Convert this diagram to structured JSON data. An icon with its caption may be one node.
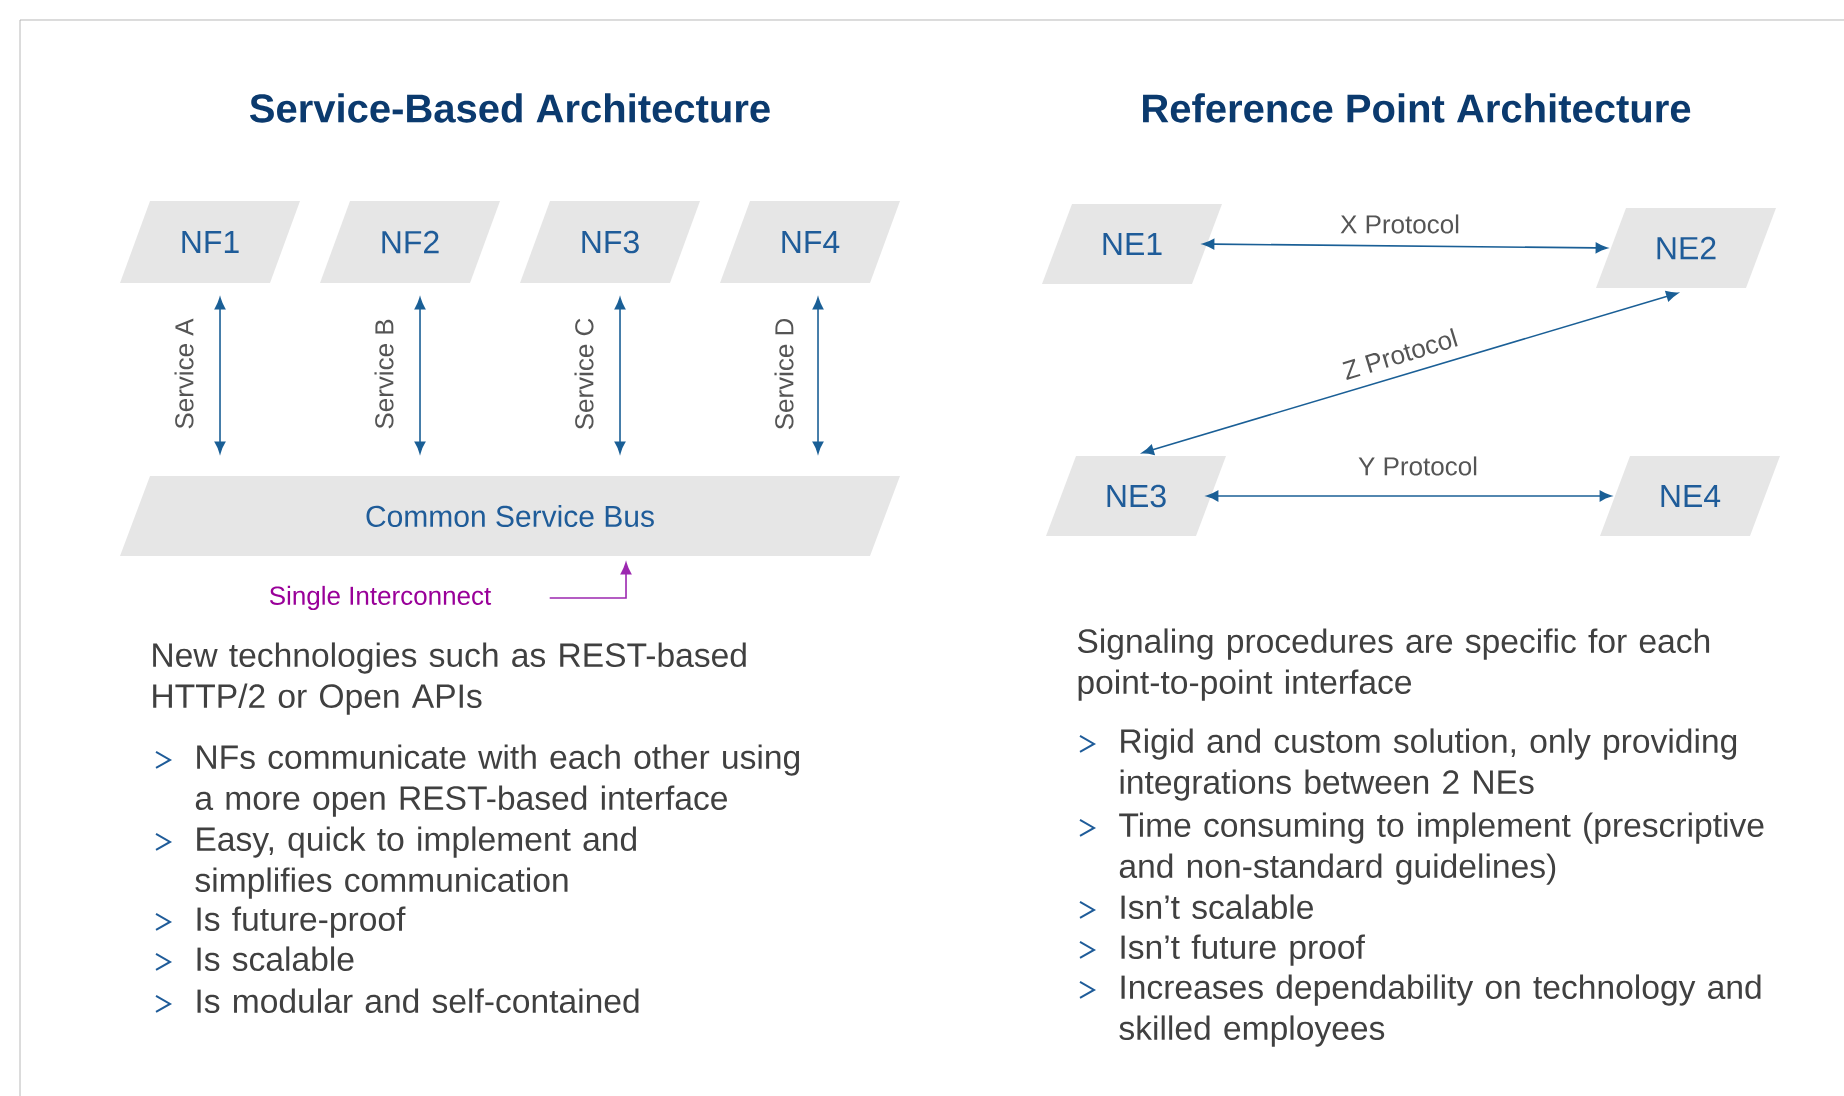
{
  "diagram": {
    "nodes": [
      {
        "text": [
          "NF1"
        ]
      },
      {
        "text": [
          "NF2"
        ]
      },
      {
        "text": [
          "NF3"
        ]
      },
      {
        "text": [
          "NF4"
        ]
      },
      {
        "text": [
          "Common Service Bus"
        ]
      },
      {
        "text": [
          "Single Interconnect"
        ]
      },
      {
        "text": [
          "NE1"
        ]
      },
      {
        "text": [
          "NE2"
        ]
      },
      {
        "text": [
          "NE3"
        ]
      },
      {
        "text": [
          "NE4"
        ]
      }
    ],
    "edges": [
      {
        "from": 0,
        "to": 4,
        "arrow": "both",
        "label": "Service A"
      },
      {
        "from": 1,
        "to": 4,
        "arrow": "both",
        "label": "Service B"
      },
      {
        "from": 2,
        "to": 4,
        "arrow": "both",
        "label": "Service C"
      },
      {
        "from": 3,
        "to": 4,
        "arrow": "both",
        "label": "Service D"
      },
      {
        "from": 5,
        "to": 4,
        "arrow": "to",
        "color": "#9c27b0"
      },
      {
        "from": 6,
        "to": 7,
        "arrow": "both",
        "label": "X Protocol"
      },
      {
        "from": 7,
        "to": 8,
        "arrow": "both",
        "label": "Z Protocol"
      },
      {
        "from": 8,
        "to": 9,
        "arrow": "both",
        "label": "Y Protocol"
      }
    ],
    "labels": [
      "Service-Based Architecture",
      "Reference Point Architecture",
      "New technologies such as REST-based HTTP/2 or Open APIs",
      "NFs communicate with each other using a more open REST-based interface",
      "Easy, quick to implement and simplifies communication",
      "Is future-proof",
      "Is scalable",
      "Is modular and self-contained",
      "Signaling procedures are specific for each point-to-point interface",
      "Rigid and custom solution, only providing integrations between 2 NEs",
      "Time consuming to implement (prescriptive and non-standard guidelines)",
      "Isn’t scalable",
      "Isn’t future proof",
      "Increases dependability on technology and skilled employees"
    ]
  }
}
